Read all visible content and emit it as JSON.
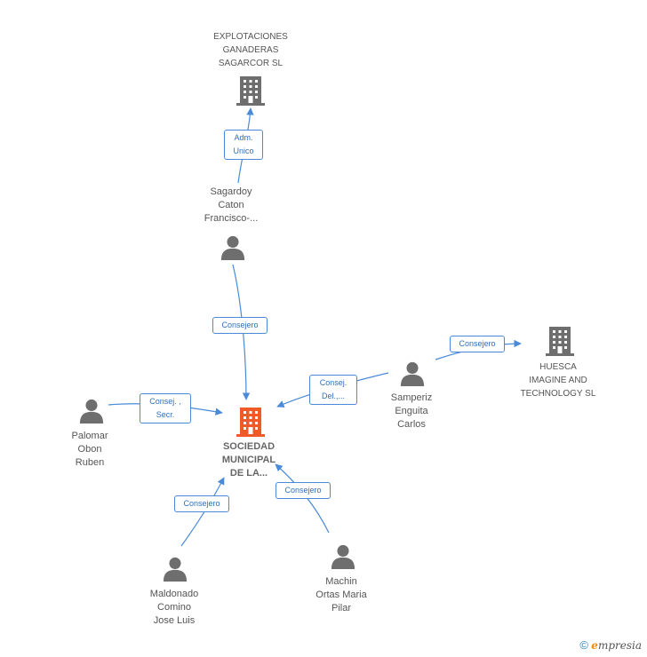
{
  "colors": {
    "edge": "#4a8ad8",
    "person_icon": "#6e6e6e",
    "company_icon": "#6e6e6e",
    "main_company_icon": "#f05a28"
  },
  "nodes": {
    "explotaciones": {
      "label": "EXPLOTACIONES\nGANADERAS\nSAGARCOR SL",
      "icon": "building-icon"
    },
    "sagardoy": {
      "label": "Sagardoy\nCaton\nFrancisco-...",
      "icon": "person-icon"
    },
    "huesca": {
      "label": "HUESCA\nIMAGINE AND\nTECHNOLOGY SL",
      "icon": "building-icon"
    },
    "samperiz": {
      "label": "Samperiz\nEnguita\nCarlos",
      "icon": "person-icon"
    },
    "sociedad": {
      "label": "SOCIEDAD\nMUNICIPAL\nDE LA...",
      "icon": "building-icon"
    },
    "palomar": {
      "label": "Palomar\nObon\nRuben",
      "icon": "person-icon"
    },
    "maldonado": {
      "label": "Maldonado\nComino\nJose Luis",
      "icon": "person-icon"
    },
    "machin": {
      "label": "Machin\nOrtas Maria\nPilar",
      "icon": "person-icon"
    }
  },
  "edges": {
    "adm_unico": "Adm.\nUnico",
    "consejero_sagardoy": "Consejero",
    "consejero_huesca": "Consejero",
    "consej_del": "Consej.\nDel.,...",
    "consej_secr": "Consej. ,\nSecr.",
    "consejero_maldonado": "Consejero",
    "consejero_machin": "Consejero"
  },
  "watermark": {
    "copyright": "©",
    "brand_initial": "e",
    "brand_rest": "mpresia"
  }
}
